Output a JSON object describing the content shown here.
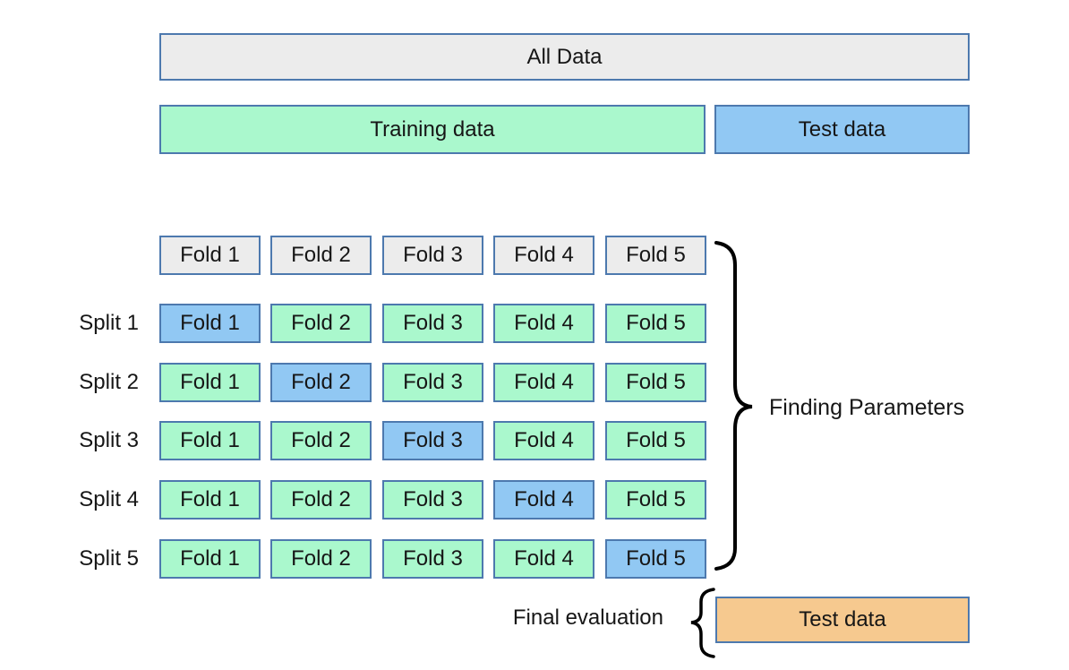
{
  "diagram": {
    "all_data_label": "All Data",
    "training_label": "Training data",
    "test_label": "Test data",
    "fold_headers": [
      "Fold 1",
      "Fold 2",
      "Fold 3",
      "Fold 4",
      "Fold 5"
    ],
    "splits": [
      {
        "label": "Split 1",
        "folds": [
          "Fold 1",
          "Fold 2",
          "Fold 3",
          "Fold 4",
          "Fold 5"
        ],
        "test_fold_index": 0
      },
      {
        "label": "Split 2",
        "folds": [
          "Fold 1",
          "Fold 2",
          "Fold 3",
          "Fold 4",
          "Fold 5"
        ],
        "test_fold_index": 1
      },
      {
        "label": "Split 3",
        "folds": [
          "Fold 1",
          "Fold 2",
          "Fold 3",
          "Fold 4",
          "Fold 5"
        ],
        "test_fold_index": 2
      },
      {
        "label": "Split 4",
        "folds": [
          "Fold 1",
          "Fold 2",
          "Fold 3",
          "Fold 4",
          "Fold 5"
        ],
        "test_fold_index": 3
      },
      {
        "label": "Split 5",
        "folds": [
          "Fold 1",
          "Fold 2",
          "Fold 3",
          "Fold 4",
          "Fold 5"
        ],
        "test_fold_index": 4
      }
    ],
    "finding_parameters_label": "Finding Parameters",
    "final_evaluation_label": "Final evaluation",
    "final_test_label": "Test data",
    "colors": {
      "gray": "#ececec",
      "green": "#aaf8cd",
      "blue": "#91c8f3",
      "orange": "#f6c98f",
      "border": "#4d79ae",
      "text": "#161616"
    }
  }
}
